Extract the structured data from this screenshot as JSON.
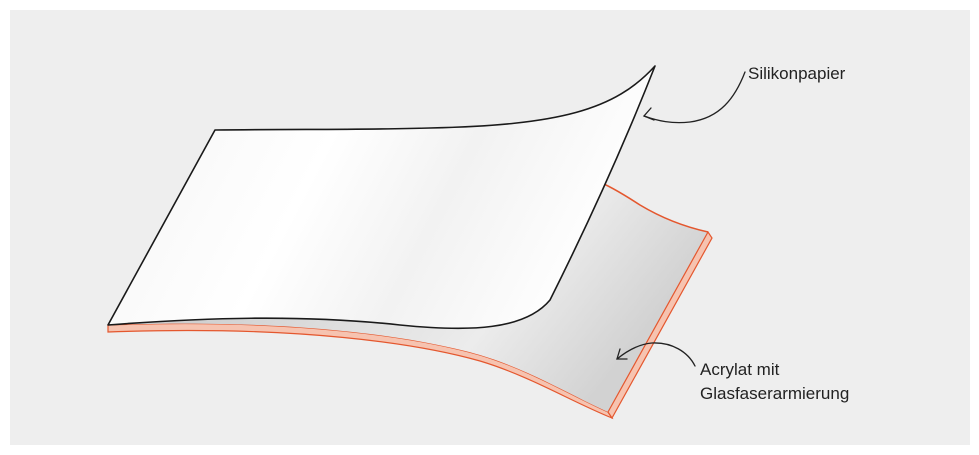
{
  "colors": {
    "panel_background": "#eeeeee",
    "outline": "#1a1a1a",
    "acrylic_edge": "#e4572e",
    "arrow": "#222222"
  },
  "labels": {
    "release_paper": "Silikonpapier",
    "acrylic_line1": "Acrylat mit",
    "acrylic_line2": "Glasfaserarmierung"
  }
}
